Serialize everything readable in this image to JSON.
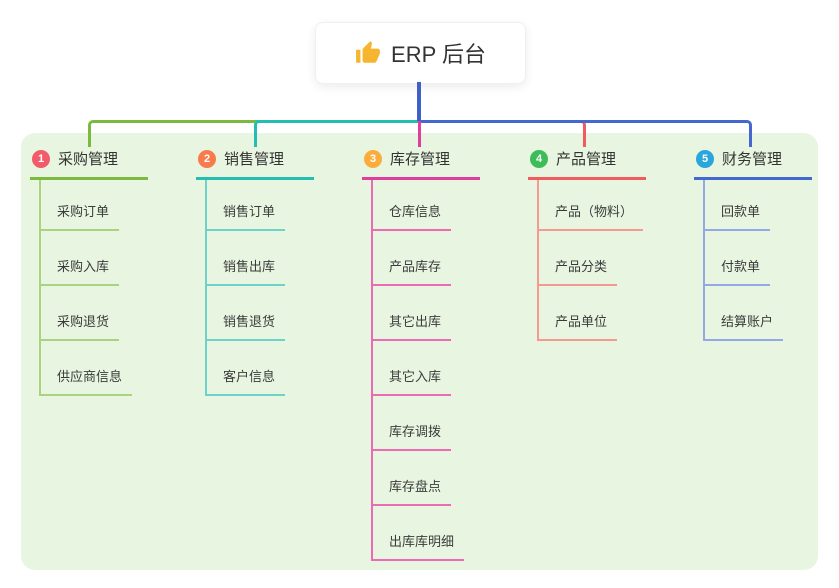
{
  "root": {
    "label": "ERP 后台",
    "icon": "thumbs-up-icon",
    "icon_color": "#F5B52E",
    "line_color": "#3F5FCB"
  },
  "panel": {
    "background": "#E8F6E1"
  },
  "branches": [
    {
      "number": "1",
      "label": "采购管理",
      "badge_color": "#F25B69",
      "line_color": "#7CBA3F",
      "child_line_color": "#A9D37F",
      "children": [
        "采购订单",
        "采购入库",
        "采购退货",
        "供应商信息"
      ]
    },
    {
      "number": "2",
      "label": "销售管理",
      "badge_color": "#F87B4B",
      "line_color": "#25BDB0",
      "child_line_color": "#6FD2C8",
      "children": [
        "销售订单",
        "销售出库",
        "销售退货",
        "客户信息"
      ]
    },
    {
      "number": "3",
      "label": "库存管理",
      "badge_color": "#FBAD3C",
      "line_color": "#E03E9D",
      "child_line_color": "#EC6BB4",
      "children": [
        "仓库信息",
        "产品库存",
        "其它出库",
        "其它入库",
        "库存调拨",
        "库存盘点",
        "出库库明细"
      ]
    },
    {
      "number": "4",
      "label": "产品管理",
      "badge_color": "#3CBD58",
      "line_color": "#F15B5B",
      "child_line_color": "#F59A93",
      "children": [
        "产品（物料）",
        "产品分类",
        "产品单位"
      ]
    },
    {
      "number": "5",
      "label": "财务管理",
      "badge_color": "#29A6DC",
      "line_color": "#4468D0",
      "child_line_color": "#92A9E6",
      "children": [
        "回款单",
        "付款单",
        "结算账户"
      ]
    }
  ]
}
